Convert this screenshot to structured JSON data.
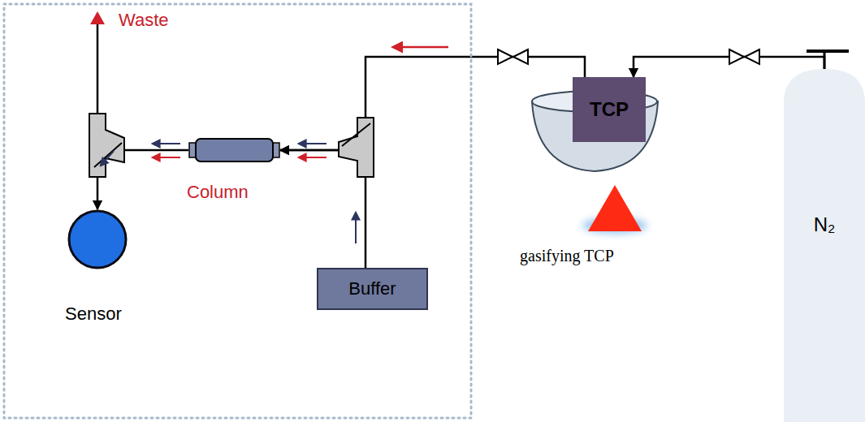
{
  "diagram": {
    "nodes": [
      {
        "text": [
          "Sensor"
        ]
      },
      {
        "text": [
          "Column"
        ]
      },
      {
        "text": [
          "Buffer"
        ]
      },
      {
        "text": [
          "TCP"
        ]
      },
      {
        "text": [
          "N₂"
        ]
      }
    ],
    "edges": [
      {
        "from": 2,
        "to": 1,
        "arrow": "to"
      },
      {
        "from": 1,
        "to": 0,
        "arrow": "to"
      },
      {
        "from": 3,
        "to": 1,
        "arrow": "to"
      },
      {
        "from": 4,
        "to": 3,
        "arrow": "to"
      }
    ],
    "labels": [
      "Waste",
      "gasifying TCP"
    ]
  }
}
